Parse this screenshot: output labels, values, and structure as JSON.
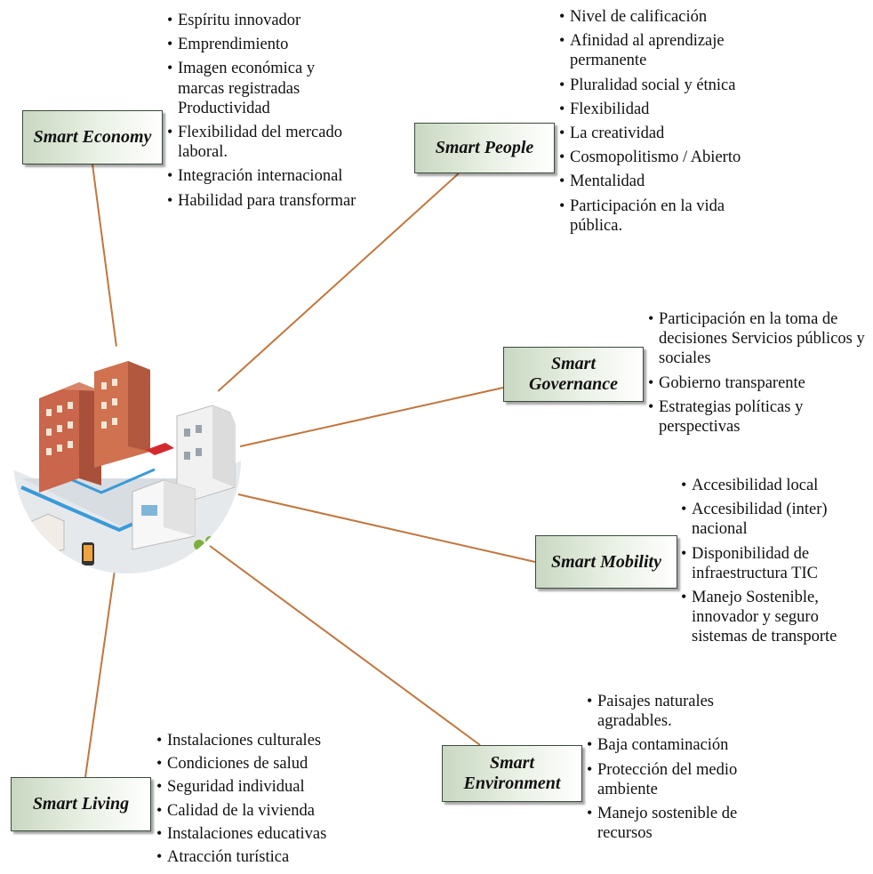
{
  "nodes": {
    "economy": {
      "label": "Smart Economy",
      "items": [
        "Espíritu innovador",
        "Emprendimiento",
        "Imagen económica y marcas registradas Productividad",
        "Flexibilidad del mercado laboral.",
        "Integración internacional",
        "Habilidad para transformar"
      ]
    },
    "people": {
      "label": "Smart People",
      "items": [
        "Nivel de calificación",
        "Afinidad al aprendizaje permanente",
        "Pluralidad social y étnica",
        "Flexibilidad",
        "La creatividad",
        "Cosmopolitismo / Abierto",
        "Mentalidad",
        "Participación en la vida pública."
      ]
    },
    "governance": {
      "label": "Smart Governance",
      "items": [
        "Participación en la toma de decisiones Servicios públicos y sociales",
        "Gobierno transparente",
        "Estrategias políticas y perspectivas"
      ]
    },
    "mobility": {
      "label": "Smart Mobility",
      "items": [
        "Accesibilidad local",
        "Accesibilidad (inter) nacional",
        "Disponibilidad de infraestructura TIC",
        "Manejo Sostenible, innovador y seguro sistemas de transporte"
      ]
    },
    "environment": {
      "label": "Smart Environment",
      "items": [
        "Paisajes naturales agradables.",
        "Baja contaminación",
        "Protección del medio ambiente",
        "Manejo sostenible de recursos"
      ]
    },
    "living": {
      "label": "Smart Living",
      "items": [
        "Instalaciones culturales",
        "Condiciones de salud",
        "Seguridad individual",
        "Calidad de la vivienda",
        "Instalaciones educativas",
        "Atracción turística"
      ]
    }
  },
  "colors": {
    "connector": "#c0773f",
    "box_fill": "#c9d8c2",
    "box_border": "#3c4a3c"
  }
}
